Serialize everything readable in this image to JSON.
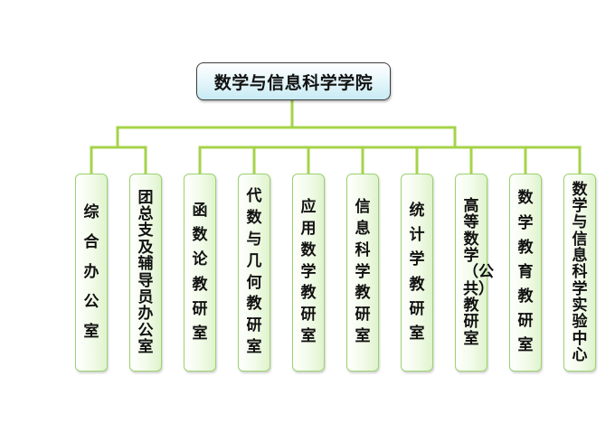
{
  "diagram": {
    "root": {
      "label": "数学与信息科学学院"
    },
    "children": [
      {
        "id": "general-office",
        "label": "综合办公室"
      },
      {
        "id": "youth-league-office",
        "label": "团总支及辅导员办公室"
      },
      {
        "id": "function-theory",
        "label": "函数论教研室"
      },
      {
        "id": "algebra-geometry",
        "label": "代数与几何教研室"
      },
      {
        "id": "applied-math",
        "label": "应用数学教研室"
      },
      {
        "id": "information-science",
        "label": "信息科学教研室"
      },
      {
        "id": "statistics",
        "label": "统计学教研室"
      },
      {
        "id": "advanced-math-public",
        "label": "高等数学（公共）教研室"
      },
      {
        "id": "math-education",
        "label": "数学教育教研室"
      },
      {
        "id": "lab-center",
        "label": "数学与信息科学实验中心"
      }
    ],
    "colors": {
      "connector": "#a5d34a",
      "child_border": "#9bd26e",
      "root_border": "#3d3d3d",
      "root_fill": "#dff2f8",
      "child_fill": "#eefae3"
    }
  }
}
